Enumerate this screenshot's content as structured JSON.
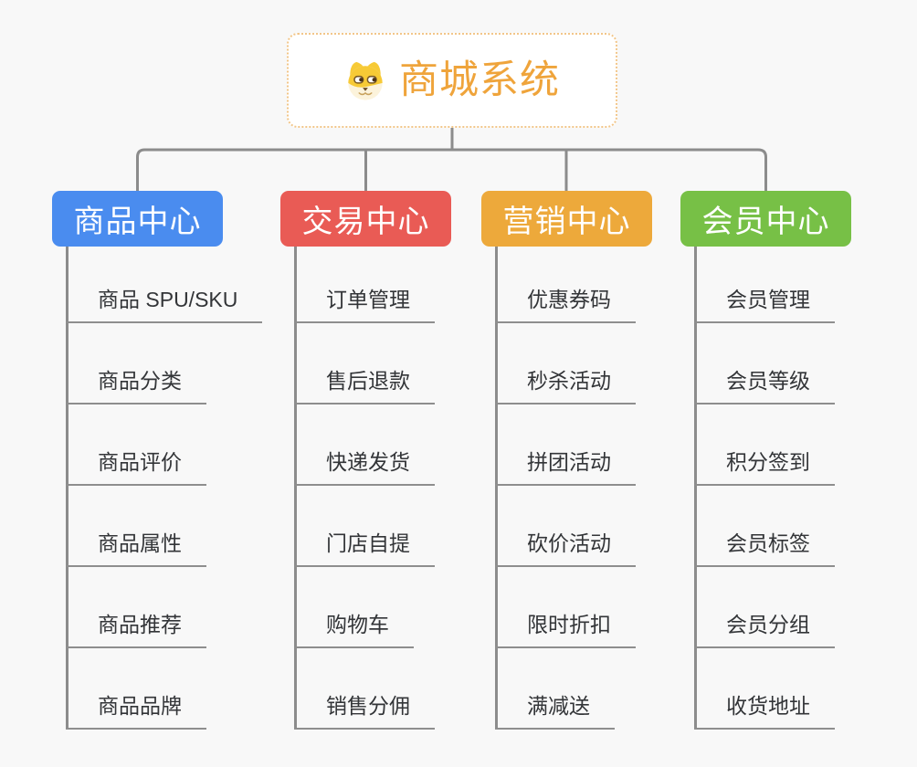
{
  "canvas": {
    "background": "#F8F8F8",
    "connector_color": "#8C8C8C",
    "underline_color": "#8E8E8E"
  },
  "root": {
    "title": "商城系统",
    "icon": "dog-face-icon",
    "title_color": "#EFA43B",
    "border_color": "#F2C689",
    "background": "#FFFFFF"
  },
  "branches": [
    {
      "label": "商品中心",
      "color": "#4A8CEF",
      "items": [
        "商品 SPU/SKU",
        "商品分类",
        "商品评价",
        "商品属性",
        "商品推荐",
        "商品品牌"
      ]
    },
    {
      "label": "交易中心",
      "color": "#E95B55",
      "items": [
        "订单管理",
        "售后退款",
        "快递发货",
        "门店自提",
        "购物车",
        "销售分佣"
      ]
    },
    {
      "label": "营销中心",
      "color": "#EDA93B",
      "items": [
        "优惠券码",
        "秒杀活动",
        "拼团活动",
        "砍价活动",
        "限时折扣",
        "满减送"
      ]
    },
    {
      "label": "会员中心",
      "color": "#77C046",
      "items": [
        "会员管理",
        "会员等级",
        "积分签到",
        "会员标签",
        "会员分组",
        "收货地址"
      ]
    }
  ]
}
